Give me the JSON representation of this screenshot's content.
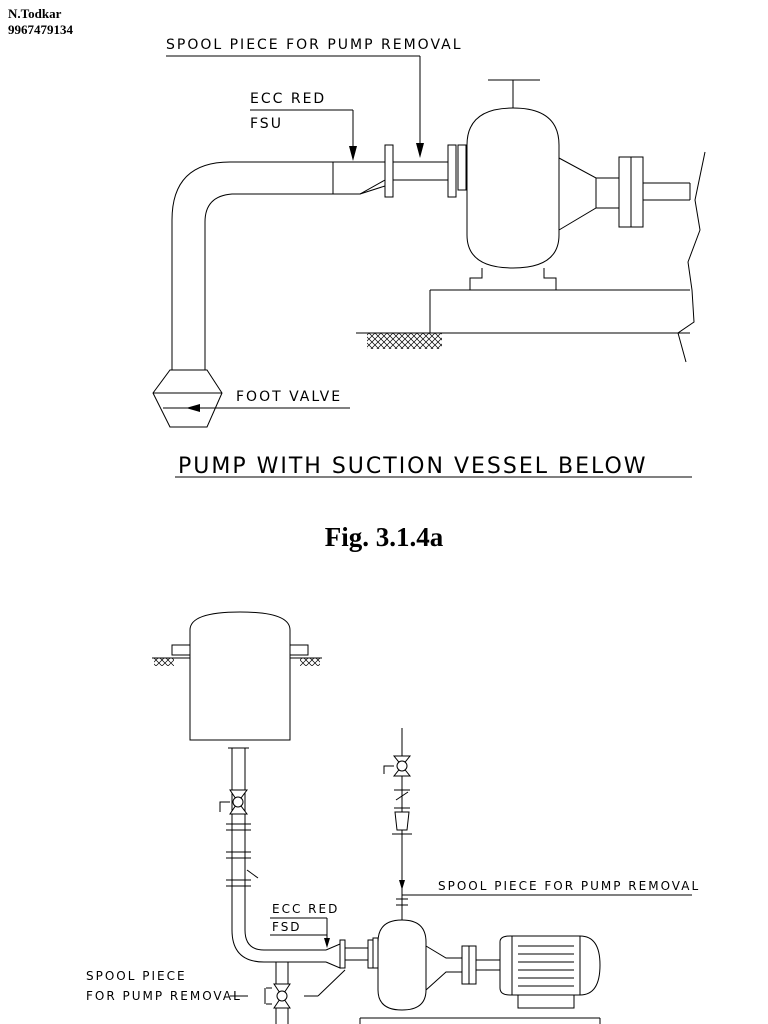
{
  "author": {
    "name": "N.Todkar",
    "phone": "9967479134"
  },
  "figure_a": {
    "labels": {
      "spool_piece": "SPOOL PIECE FOR PUMP REMOVAL",
      "ecc_red": "ECC RED",
      "fsu": "FSU",
      "foot_valve": "FOOT VALVE",
      "title": "PUMP WITH SUCTION VESSEL BELOW"
    },
    "caption": "Fig. 3.1.4a"
  },
  "figure_b": {
    "labels": {
      "spool_piece_discharge": "SPOOL PIECE FOR PUMP REMOVAL",
      "ecc_red": "ECC RED",
      "fsd": "FSD",
      "spool_piece_line1": "SPOOL PIECE",
      "spool_piece_line2": "FOR PUMP REMOVAL"
    }
  }
}
